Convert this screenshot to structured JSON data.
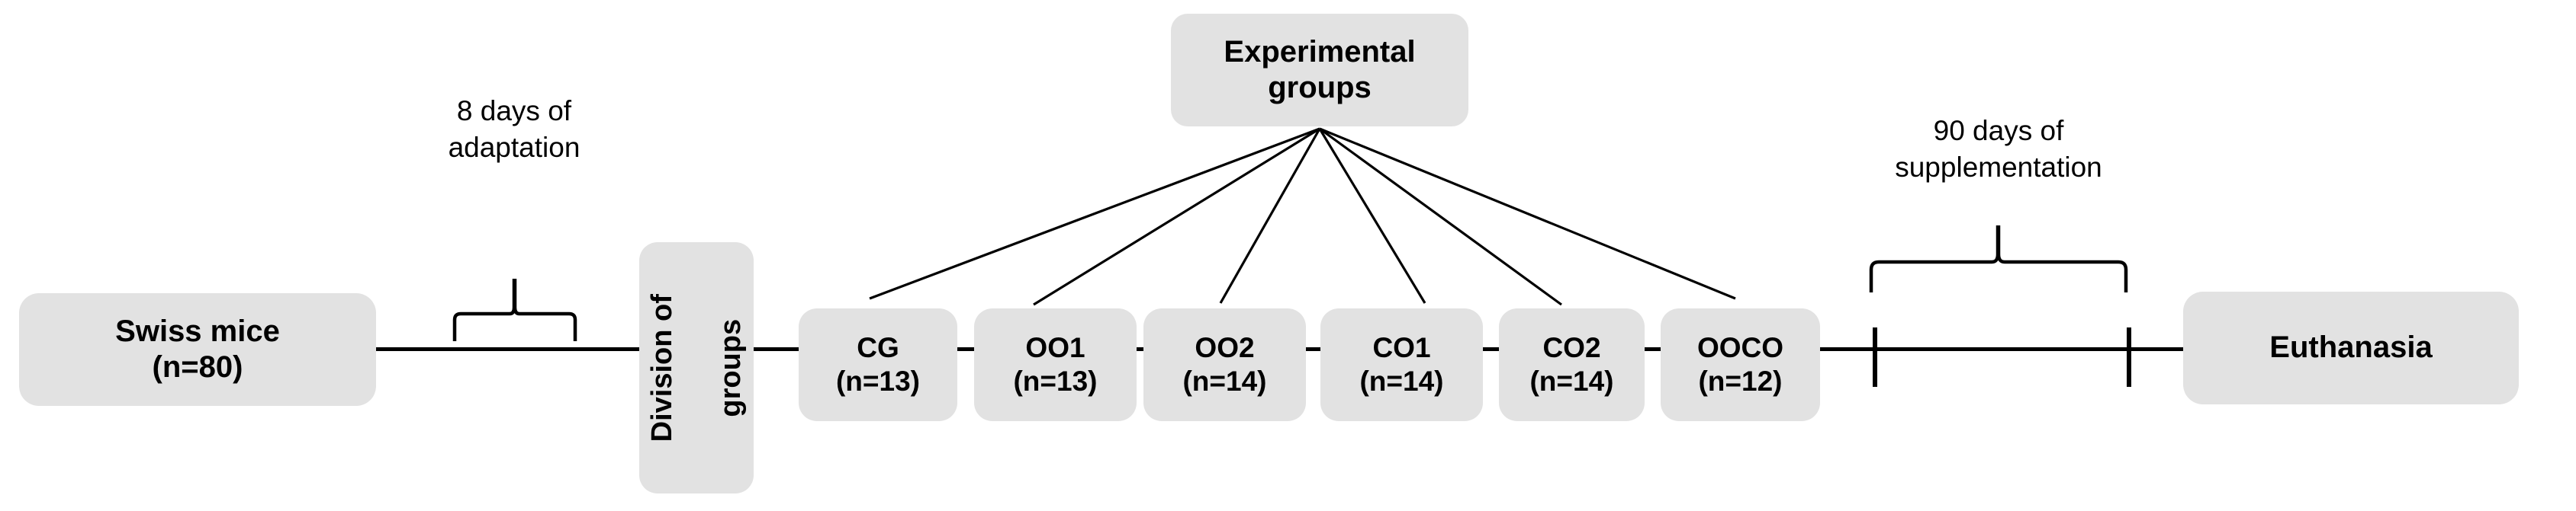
{
  "diagram": {
    "title": "Experimental design flow",
    "colors": {
      "node_fill": "#e2e2e2",
      "line": "#000000",
      "text": "#000000",
      "background": "#ffffff"
    },
    "start_node": {
      "line1": "Swiss mice",
      "line2": "(n=80)"
    },
    "adaptation": {
      "line1": "8 days of",
      "line2": "adaptation"
    },
    "division_node": {
      "line1": "Division of",
      "line2": "groups"
    },
    "experimental_header": {
      "line1": "Experimental",
      "line2": "groups"
    },
    "groups": [
      {
        "name": "CG",
        "n": "(n=13)"
      },
      {
        "name": "OO1",
        "n": "(n=13)"
      },
      {
        "name": "OO2",
        "n": "(n=14)"
      },
      {
        "name": "CO1",
        "n": "(n=14)"
      },
      {
        "name": "CO2",
        "n": "(n=14)"
      },
      {
        "name": "OOCO",
        "n": "(n=12)"
      }
    ],
    "supplementation": {
      "line1": "90 days of",
      "line2": "supplementation"
    },
    "end_node": {
      "label": "Euthanasia"
    }
  }
}
